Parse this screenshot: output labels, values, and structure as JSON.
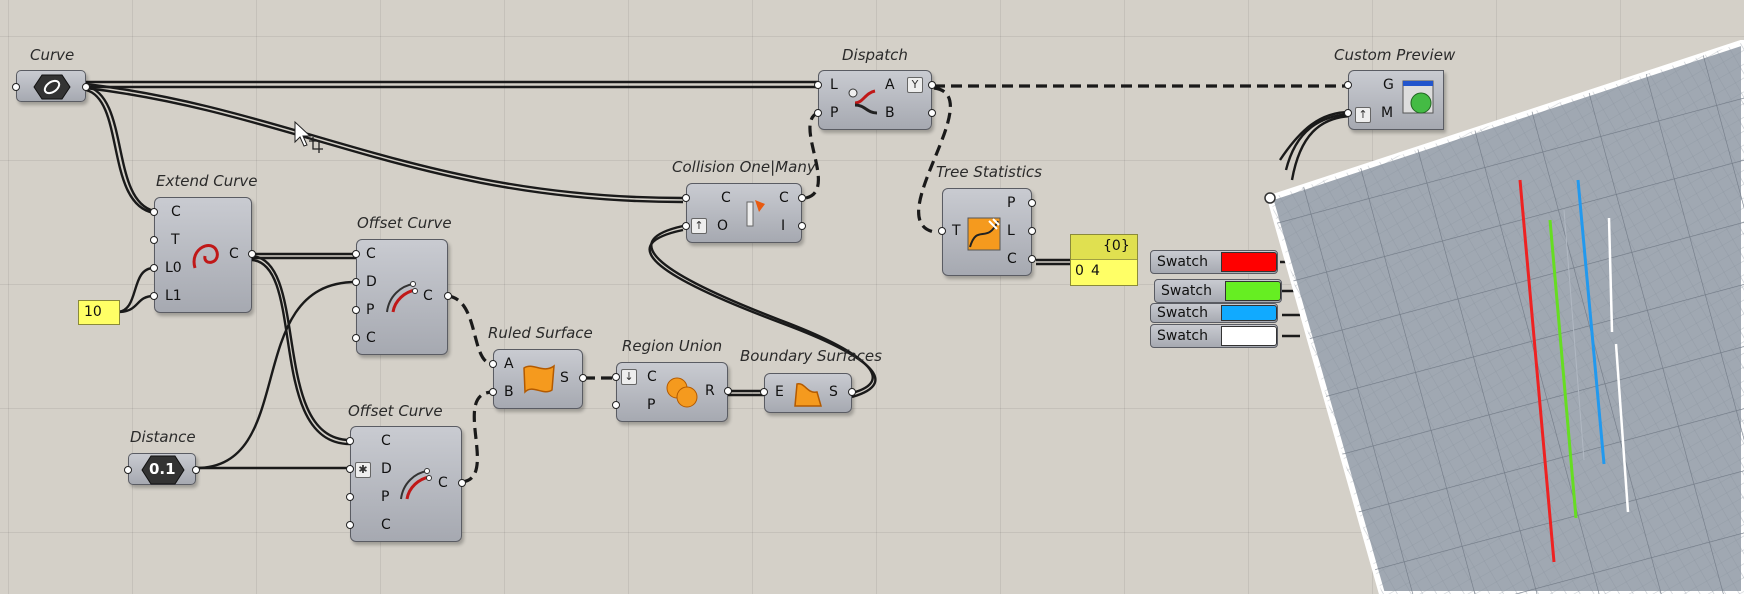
{
  "components": {
    "curve": {
      "title": "Curve"
    },
    "extend_curve": {
      "title": "Extend Curve",
      "inputs": [
        "C",
        "T",
        "L0",
        "L1"
      ],
      "outputs": [
        "C"
      ]
    },
    "offset_curve_1": {
      "title": "Offset Curve",
      "inputs": [
        "C",
        "D",
        "P",
        "C"
      ],
      "outputs": [
        "C"
      ]
    },
    "offset_curve_2": {
      "title": "Offset Curve",
      "inputs": [
        "C",
        "D",
        "P",
        "C"
      ],
      "outputs": [
        "C"
      ]
    },
    "ruled_surface": {
      "title": "Ruled Surface",
      "inputs": [
        "A",
        "B"
      ],
      "outputs": [
        "S"
      ]
    },
    "region_union": {
      "title": "Region Union",
      "inputs": [
        "C",
        "P"
      ],
      "outputs": [
        "R"
      ]
    },
    "boundary_surfaces": {
      "title": "Boundary Surfaces",
      "inputs": [
        "E"
      ],
      "outputs": [
        "S"
      ]
    },
    "collision": {
      "title": "Collision One|Many",
      "inputs": [
        "C",
        "O"
      ],
      "outputs": [
        "C",
        "I"
      ]
    },
    "dispatch": {
      "title": "Dispatch",
      "inputs": [
        "L",
        "P"
      ],
      "outputs": [
        "A",
        "B"
      ]
    },
    "tree_statistics": {
      "title": "Tree Statistics",
      "inputs": [
        "T"
      ],
      "outputs": [
        "P",
        "L",
        "C"
      ]
    },
    "custom_preview": {
      "title": "Custom Preview",
      "inputs": [
        "G",
        "M"
      ]
    },
    "distance": {
      "title": "Distance",
      "value": "0.1"
    }
  },
  "number_panel": {
    "value": "10"
  },
  "tree_panel": {
    "header": "{0}",
    "index": "0",
    "value": "4"
  },
  "swatches": [
    {
      "label": "Swatch",
      "color": "#ff0000"
    },
    {
      "label": "Swatch",
      "color": "#66ee22"
    },
    {
      "label": "Swatch",
      "color": "#11aaff"
    },
    {
      "label": "Swatch",
      "color": "#ffffff"
    }
  ],
  "viewport_lines": [
    {
      "color": "#ee2222"
    },
    {
      "color": "#66dd22"
    },
    {
      "color": "#2299ee"
    },
    {
      "color": "#ffffff"
    }
  ]
}
